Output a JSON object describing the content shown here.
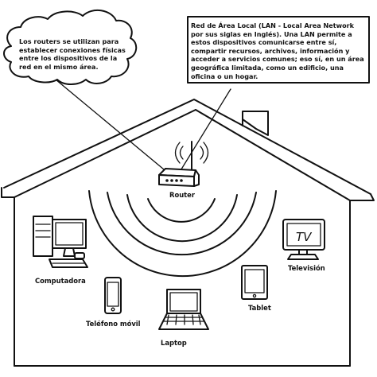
{
  "callouts": {
    "cloud": "Los routers se utilizan para establecer conexiones físicas entre los dispositivos de la red en el mismo área.",
    "box": "Red de Área Local (LAN - Local Area Network por sus siglas en Inglés). Una LAN permite a estos dispositivos comunicarse entre sí, compartir recursos, archivos, información y acceder a servicios comunes; eso sí, en un área geográfica limitada, como un edificio, una oficina o un hogar."
  },
  "devices": {
    "router": "Router",
    "computer": "Computadora",
    "phone": "Teléfono móvil",
    "laptop": "Laptop",
    "tablet": "Tablet",
    "tv": "Televisión",
    "tv_screen_text": "TV"
  },
  "icons": [
    "cloud-callout-icon",
    "router-icon",
    "computer-icon",
    "phone-icon",
    "laptop-icon",
    "tablet-icon",
    "tv-icon",
    "house-icon"
  ]
}
